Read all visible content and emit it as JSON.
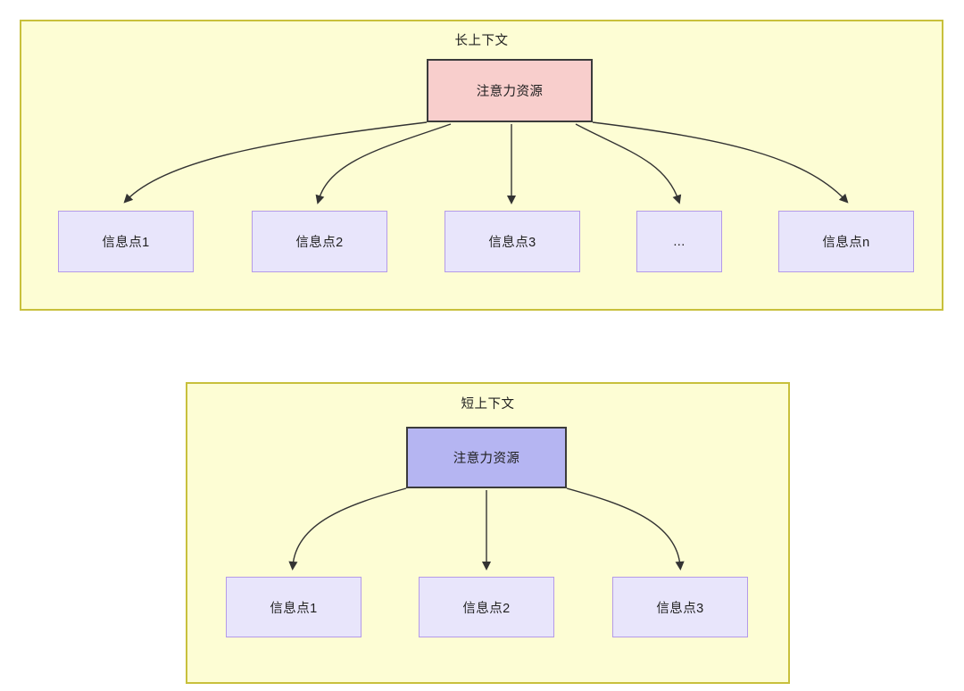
{
  "diagram": {
    "title": "",
    "type": "flowchart",
    "groups": [
      {
        "id": "long-context",
        "label": "长上下文",
        "fill": "#fdfdd4",
        "stroke": "#c8c03c",
        "root": {
          "label": "注意力资源",
          "fill": "#f8cecc",
          "stroke": "#3b3b3b"
        },
        "children": [
          {
            "label": "信息点1"
          },
          {
            "label": "信息点2"
          },
          {
            "label": "信息点3"
          },
          {
            "label": "..."
          },
          {
            "label": "信息点n"
          }
        ],
        "child_fill": "#e8e5fb",
        "child_stroke": "#b49ae8"
      },
      {
        "id": "short-context",
        "label": "短上下文",
        "fill": "#fdfdd4",
        "stroke": "#c8c03c",
        "root": {
          "label": "注意力资源",
          "fill": "#b5b5f2",
          "stroke": "#3b3b3b"
        },
        "children": [
          {
            "label": "信息点1"
          },
          {
            "label": "信息点2"
          },
          {
            "label": "信息点3"
          }
        ],
        "child_fill": "#e8e5fb",
        "child_stroke": "#b49ae8"
      }
    ],
    "edge_color": "#333333"
  }
}
